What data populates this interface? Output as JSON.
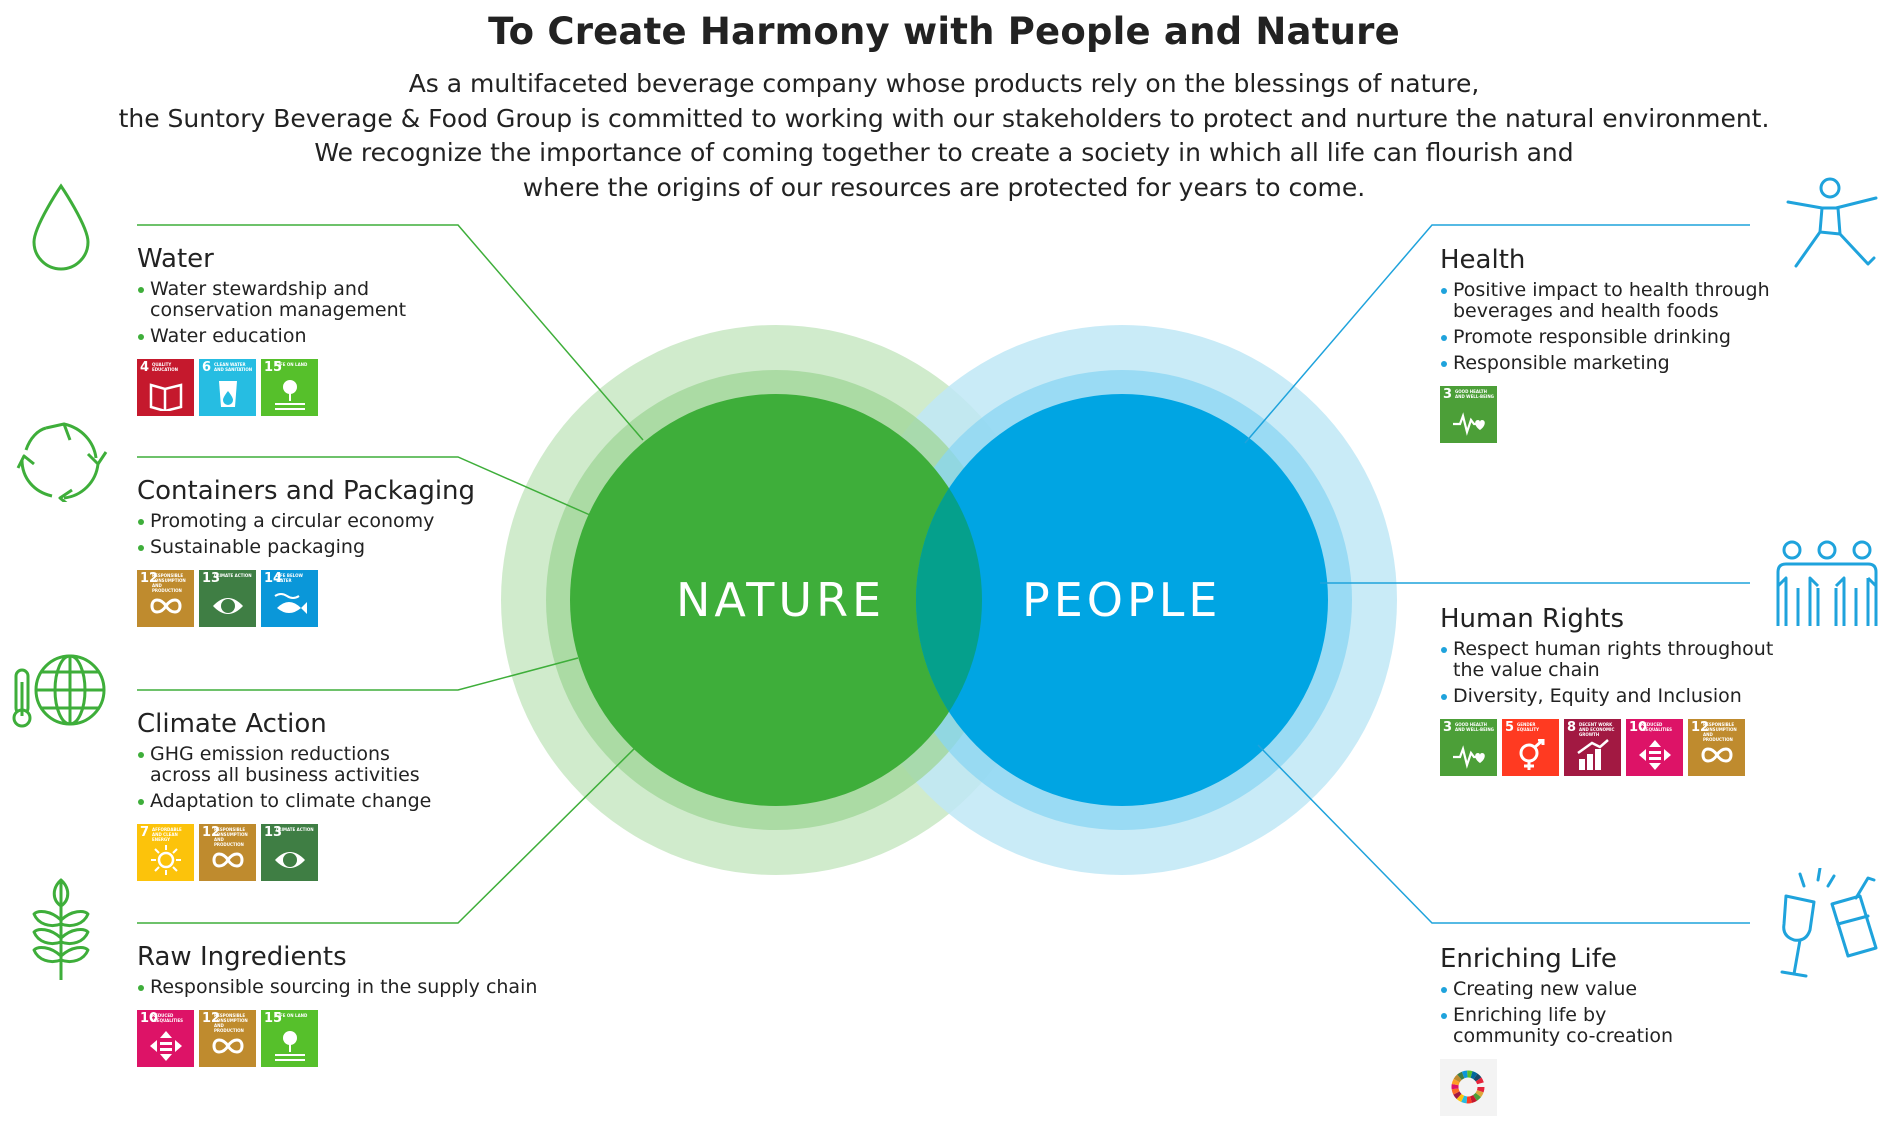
{
  "title": "To Create Harmony with People and Nature",
  "intro": [
    "As a multifaceted beverage company whose products rely on the blessings of nature,",
    "the Suntory Beverage & Food Group is committed to working with our stakeholders to protect and nurture the natural environment.",
    "We recognize the importance of coming together to create a society in which all life can flourish and",
    "where the origins of our resources are protected for years to come."
  ],
  "colors": {
    "nature": "#3eae3a",
    "people": "#00a5e3",
    "overlap": "#05a08c"
  },
  "circles": {
    "nature": "NATURE",
    "people": "PEOPLE"
  },
  "sections": {
    "water": {
      "title": "Water",
      "items": [
        "Water stewardship and",
        "conservation management",
        "Water education"
      ],
      "icon": "water-drop-icon"
    },
    "containers": {
      "title": "Containers and Packaging",
      "items": [
        "Promoting a circular economy",
        "Sustainable packaging"
      ],
      "icon": "recycle-icon"
    },
    "climate": {
      "title": "Climate Action",
      "items": [
        "GHG emission reductions",
        "across all business activities",
        "Adaptation to climate change"
      ],
      "icon": "globe-thermometer-icon"
    },
    "raw": {
      "title": "Raw Ingredients",
      "items": [
        "Responsible sourcing in the supply chain"
      ],
      "icon": "wheat-icon"
    },
    "health": {
      "title": "Health",
      "items": [
        "Positive impact to health through",
        "beverages and health foods",
        "Promote responsible drinking",
        "Responsible marketing"
      ],
      "icon": "exercise-person-icon"
    },
    "rights": {
      "title": "Human Rights",
      "items": [
        "Respect human rights throughout",
        "the value chain",
        "Diversity, Equity and Inclusion"
      ],
      "icon": "people-group-icon"
    },
    "enriching": {
      "title": "Enriching Life",
      "items": [
        "Creating new value",
        "Enriching life by",
        "community co-creation"
      ],
      "icon": "toast-glasses-icon"
    }
  },
  "sdg_labels": {
    "3": {
      "num": "3",
      "cap": "GOOD HEALTH AND WELL-BEING",
      "color": "#4c9f38"
    },
    "4": {
      "num": "4",
      "cap": "QUALITY EDUCATION",
      "color": "#c5192d"
    },
    "5": {
      "num": "5",
      "cap": "GENDER EQUALITY",
      "color": "#ff3a21"
    },
    "6": {
      "num": "6",
      "cap": "CLEAN WATER AND SANITATION",
      "color": "#26bde2"
    },
    "7": {
      "num": "7",
      "cap": "AFFORDABLE AND CLEAN ENERGY",
      "color": "#fcc30b"
    },
    "8": {
      "num": "8",
      "cap": "DECENT WORK AND ECONOMIC GROWTH",
      "color": "#a21942"
    },
    "10": {
      "num": "10",
      "cap": "REDUCED INEQUALITIES",
      "color": "#dd1367"
    },
    "12": {
      "num": "12",
      "cap": "RESPONSIBLE CONSUMPTION AND PRODUCTION",
      "color": "#bf8b2e"
    },
    "13": {
      "num": "13",
      "cap": "CLIMATE ACTION",
      "color": "#3f7e44"
    },
    "14": {
      "num": "14",
      "cap": "LIFE BELOW WATER",
      "color": "#0a97d9"
    },
    "15": {
      "num": "15",
      "cap": "LIFE ON LAND",
      "color": "#56c02b"
    }
  }
}
